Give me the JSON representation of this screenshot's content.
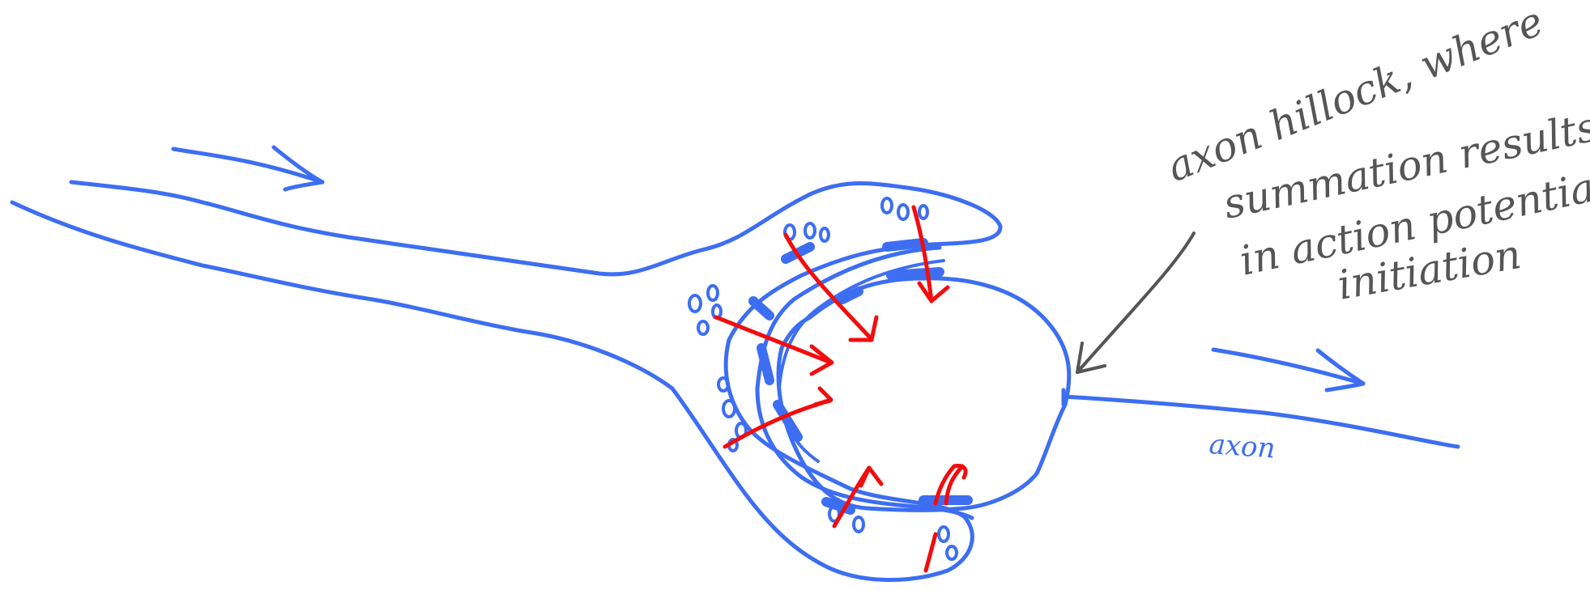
{
  "annotation": {
    "lines": [
      "axon hillock, where",
      "summation results",
      "in action potential",
      "initiation"
    ]
  },
  "labels": {
    "axon": "axon"
  },
  "colors": {
    "neuron_ink": "#3d6ef2",
    "arrow_ink": "#f20d0d",
    "annotation_ink": "#555555",
    "background": "#ffffff"
  }
}
